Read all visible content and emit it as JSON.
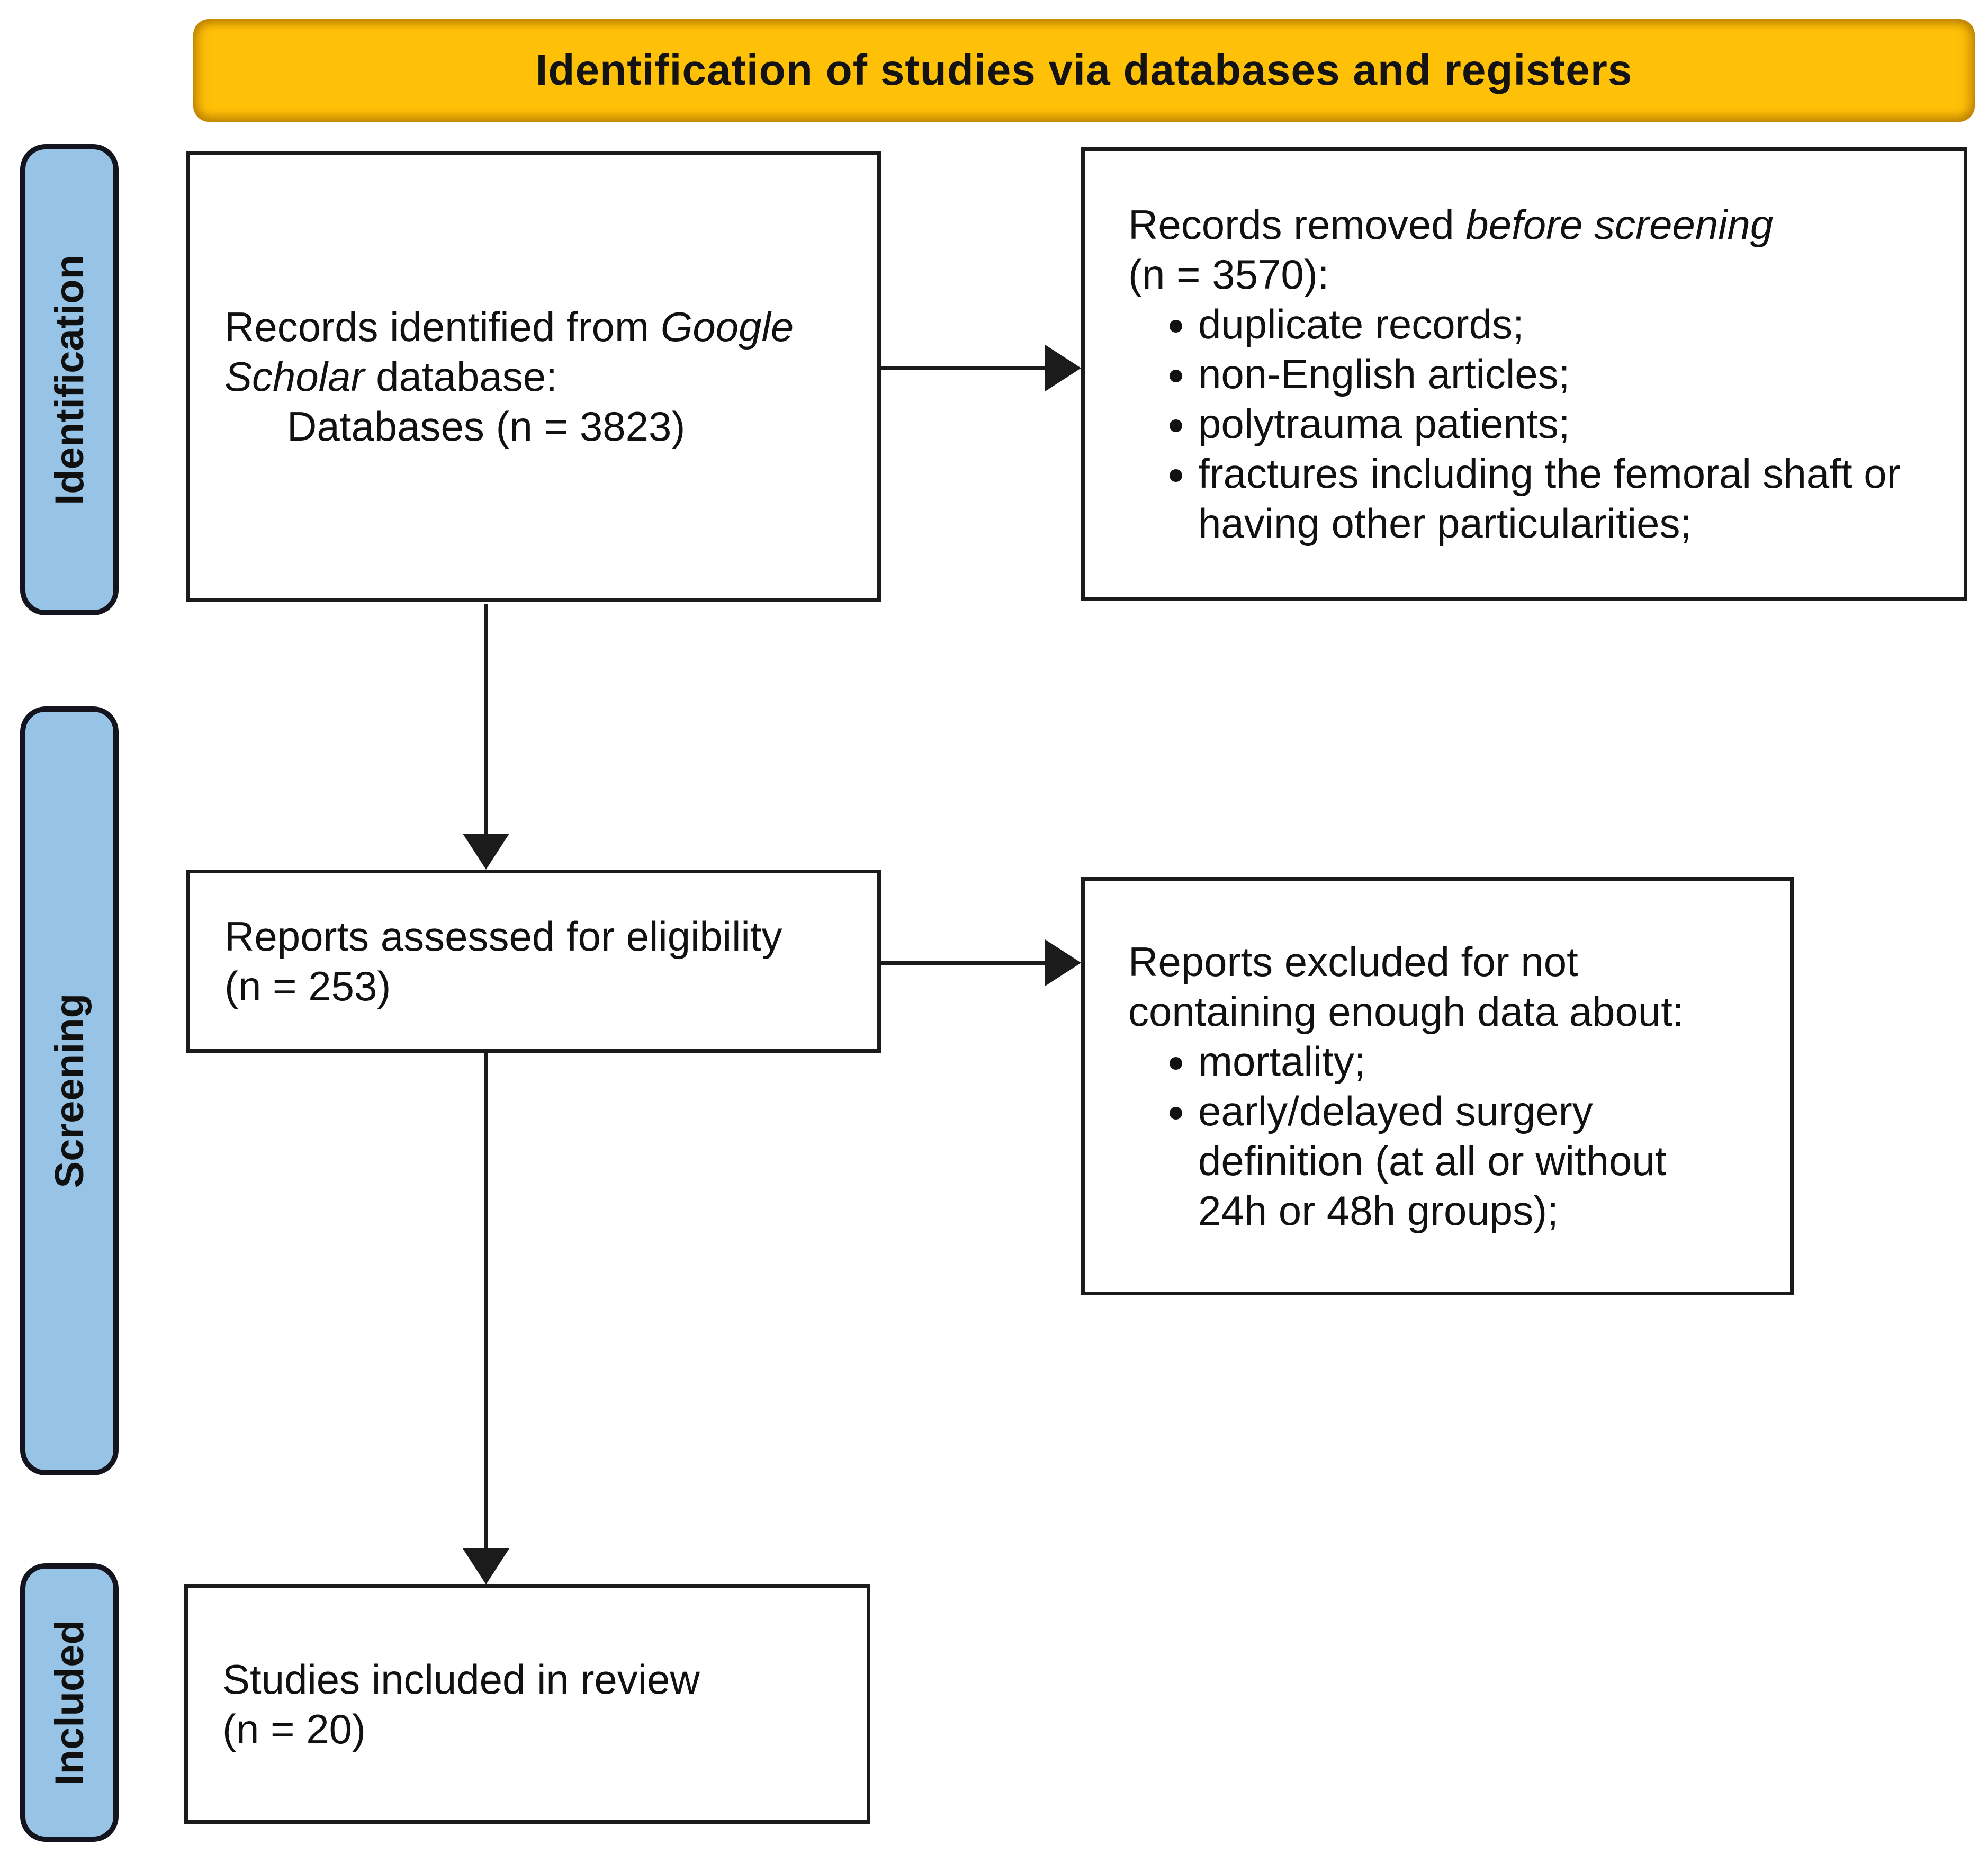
{
  "header": {
    "title": "Identification of studies via databases and registers"
  },
  "sidebar": {
    "items": [
      {
        "label": "Identification"
      },
      {
        "label": "Screening"
      },
      {
        "label": "Included"
      }
    ]
  },
  "boxes": {
    "records_identified": {
      "prefix": "Records identified from ",
      "italic": "Google\nScholar",
      "suffix": " database:",
      "detail": "Databases (n = 3823)"
    },
    "records_removed": {
      "prefix": "Records removed ",
      "italic": "before screening",
      "suffix": "\n(n = 3570):",
      "bullets": [
        "duplicate records;",
        "non-English articles;",
        "polytrauma patients;",
        "fractures including the femoral shaft or\nhaving other particularities;"
      ]
    },
    "reports_assessed": {
      "text": "Reports assessed for eligibility\n(n = 253)"
    },
    "reports_excluded": {
      "title": "Reports excluded for not\ncontaining enough data about:",
      "bullets": [
        "mortality;",
        "early/delayed surgery\ndefinition (at all or without\n24h or 48h groups);"
      ]
    },
    "studies_included": {
      "text": "Studies included in review\n(n = 20)"
    }
  },
  "colors": {
    "header_bg": "#FFC008",
    "sidebar_bg": "#96C3E6",
    "box_border": "#1b1b1b",
    "arrow": "#1b1b1b",
    "text": "#111111"
  }
}
